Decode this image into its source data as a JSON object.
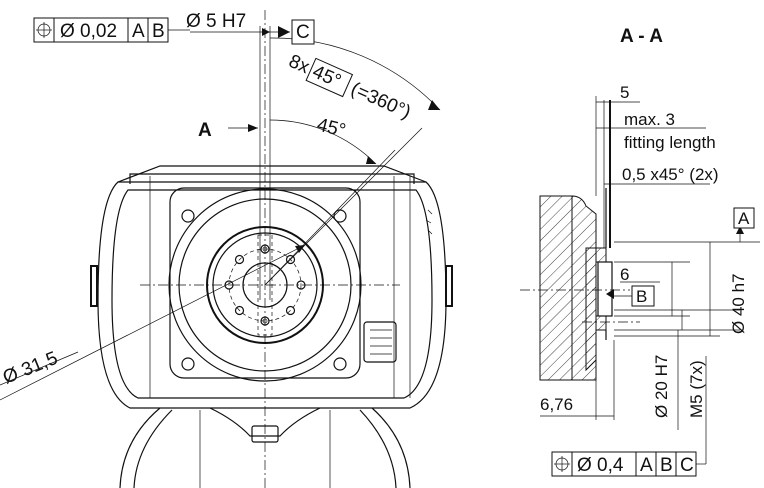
{
  "title": "A - A",
  "left_view": {
    "tolerance_frame": {
      "symbol": "⌖",
      "value": "Ø 0,02",
      "ref1": "A",
      "ref2": "B"
    },
    "bore": "Ø 5 H7",
    "datum_c": "C",
    "hole_count": "8x",
    "angle_box": "45°",
    "angle_total": "(=360°)",
    "angle": "45°",
    "section_label": "A",
    "diameter": "Ø 31,5"
  },
  "section_view": {
    "dim_5": "5",
    "max_label": "max. 3",
    "fitting_label": "fitting length",
    "chamfer": "0,5 x45° (2x)",
    "datum_a": "A",
    "dim_6": "6",
    "datum_b": "B",
    "dia_40": "Ø 40 h7",
    "dia_20": "Ø 20 H7",
    "thread": "M5 (7x)",
    "dim_676": "6,76",
    "tolerance_frame": {
      "symbol": "⌖",
      "value": "Ø 0,4",
      "ref1": "A",
      "ref2": "B",
      "ref3": "C"
    }
  }
}
